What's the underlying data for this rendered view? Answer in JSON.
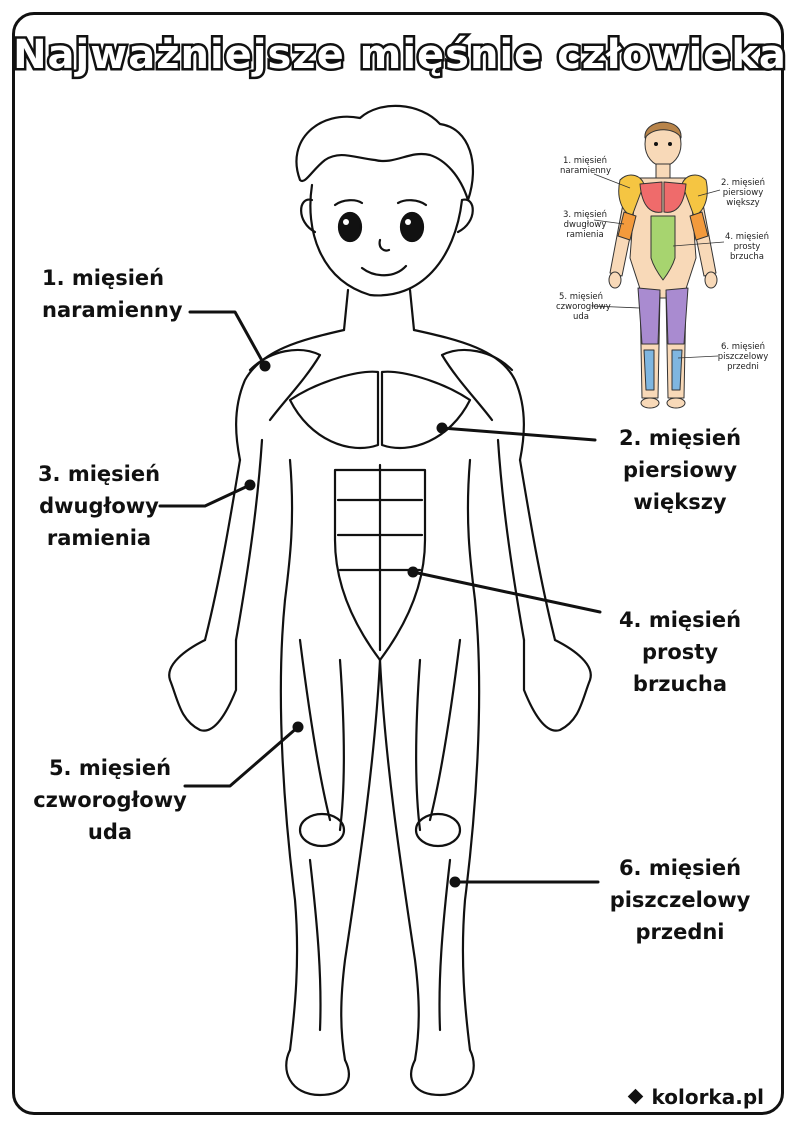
{
  "title": "Najważniejsze mięśnie człowieka",
  "labels": [
    {
      "line1": "1. mięsień",
      "line2": "naramienny",
      "line3": ""
    },
    {
      "line1": "2. mięsień",
      "line2": "piersiowy",
      "line3": "większy"
    },
    {
      "line1": "3. mięsień",
      "line2": "dwugłowy",
      "line3": "ramienia"
    },
    {
      "line1": "4. mięsień",
      "line2": "prosty",
      "line3": "brzucha"
    },
    {
      "line1": "5. mięsień",
      "line2": "czworogłowy",
      "line3": "uda"
    },
    {
      "line1": "6. mięsień",
      "line2": "piszczelowy",
      "line3": "przedni"
    }
  ],
  "mini_colors": {
    "deltoid": "#f5c542",
    "pectoral": "#ef6b6b",
    "biceps": "#f39a3c",
    "abdominal": "#a7d46f",
    "quadriceps": "#a98bd0",
    "tibialis": "#7fb6e0",
    "skin": "#f8d9b8",
    "hair": "#b8844a"
  },
  "brand": "kolorka.pl"
}
